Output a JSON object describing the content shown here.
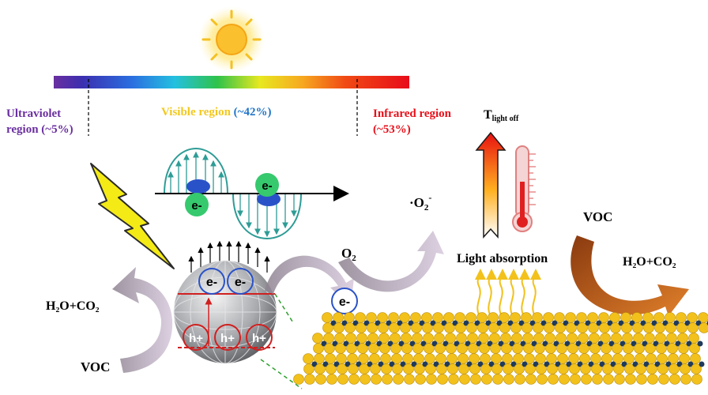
{
  "spectrum": {
    "uv_label_line1": "Ultraviolet",
    "uv_label_line2": "region (~5%)",
    "visible_label_part1": "Visible region",
    "visible_label_part2": " (~42%)",
    "ir_label_line1": "Infrared region",
    "ir_label_line2": "(~53%)"
  },
  "temperature": {
    "symbol": "T",
    "subscript": "light off"
  },
  "labels": {
    "light_absorption": "Light absorption",
    "o2_base": "O",
    "o2_sub": "2",
    "superoxide_base": "·O",
    "superoxide_sub": "2",
    "superoxide_sup": "-",
    "voc_left": "VOC",
    "voc_right": "VOC",
    "h2o_co2_left": "H₂O+CO₂",
    "h2o_co2_right": "H₂O+CO₂",
    "electron": "e-",
    "hole": "h+"
  },
  "colors": {
    "uv": "#6a2fa0",
    "visible_yellow": "#f2c81e",
    "visible_blue": "#1f74c8",
    "infrared": "#e8101a",
    "teal": "#2e9c96",
    "electron_green": "#36c96e",
    "electron_blue": "#2a52c8",
    "voc_brown": "#b8561a",
    "cycle_lilac": "#c3aac8",
    "gold": "#f2c11b"
  }
}
